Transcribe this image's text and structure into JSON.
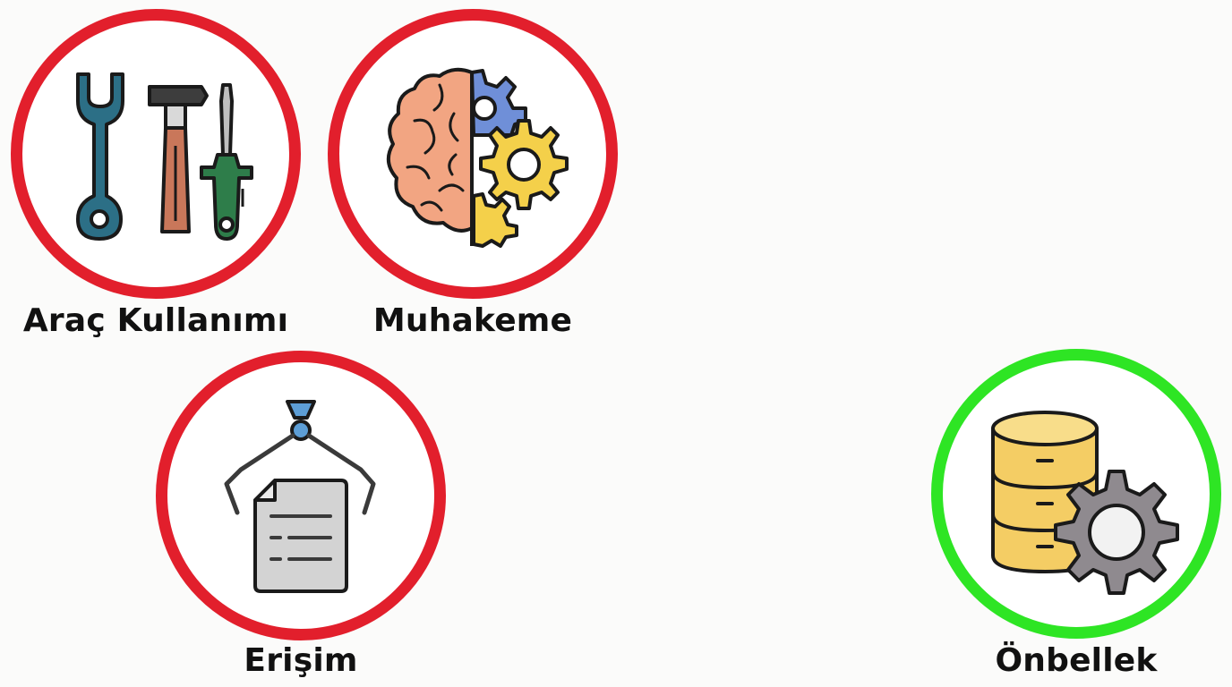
{
  "colors": {
    "inactive_ring": "#e21f2c",
    "active_ring": "#2ee524",
    "label_text": "#111111"
  },
  "nodes": [
    {
      "id": "tool-use",
      "label": "Araç Kullanımı",
      "icon": "tools-icon",
      "state": "inactive"
    },
    {
      "id": "reasoning",
      "label": "Muhakeme",
      "icon": "brain-gears-icon",
      "state": "inactive"
    },
    {
      "id": "retrieval",
      "label": "Erişim",
      "icon": "document-claw-icon",
      "state": "inactive"
    },
    {
      "id": "cache",
      "label": "Önbellek",
      "icon": "database-gear-icon",
      "state": "active"
    }
  ]
}
